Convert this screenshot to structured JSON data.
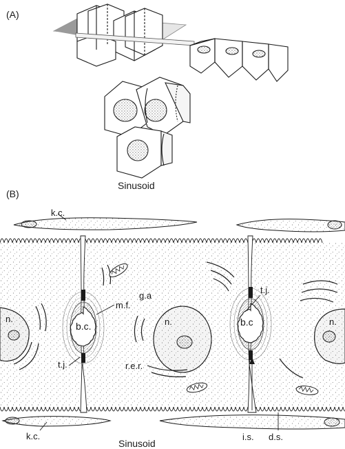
{
  "panel_a": {
    "label": "(A)",
    "caption": "Sinusoid"
  },
  "panel_b": {
    "label": "(B)",
    "caption": "Sinusoid",
    "labels": {
      "kc_top": "k.c.",
      "kc_bottom": "k.c.",
      "n_left": "n.",
      "n_center": "n.",
      "n_right": "n.",
      "bc_left": "b.c.",
      "bc_right": "b.c",
      "mf": "m.f.",
      "ga": "g.a",
      "tj_left": "t.j.",
      "tj_right": "t.j.",
      "rer": "r.e.r.",
      "is": "i.s.",
      "ds": "d.s."
    }
  },
  "colors": {
    "ink": "#1a1a1a",
    "stipple": "#6a6a6a",
    "shade": "#bdbdbd"
  }
}
